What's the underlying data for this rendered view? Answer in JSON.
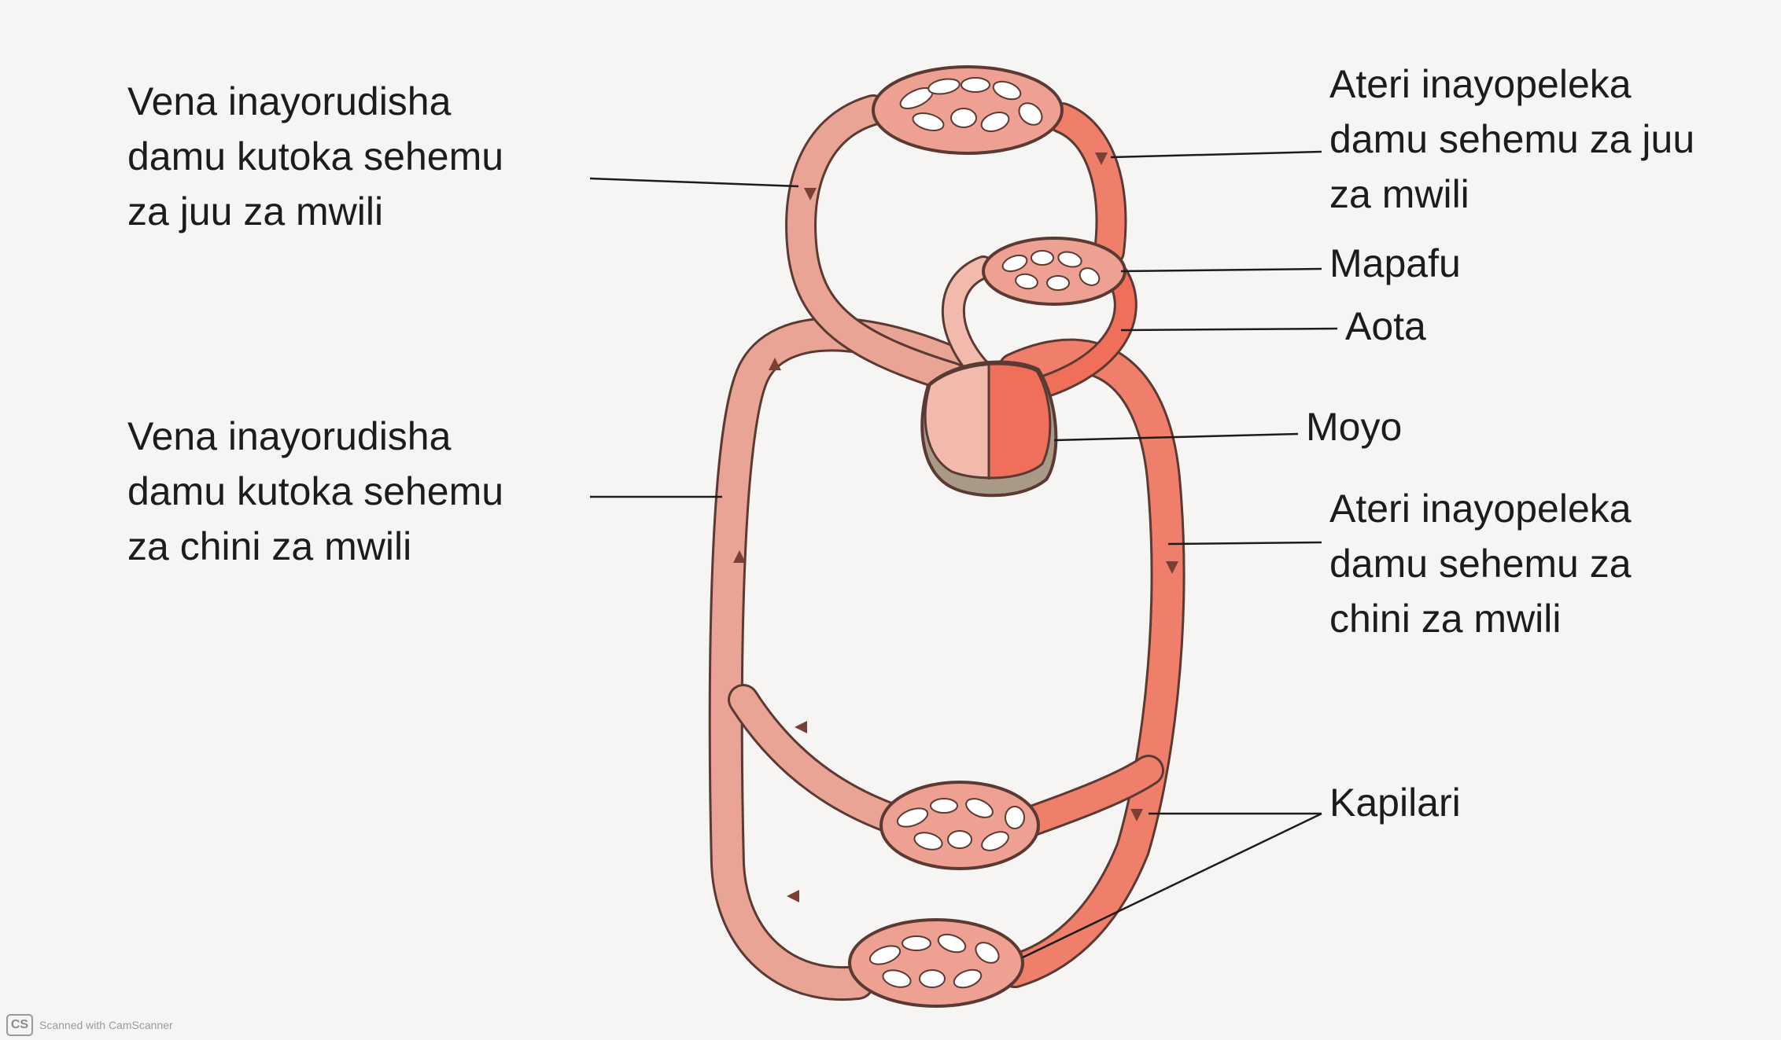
{
  "labels": {
    "vena_upper": [
      "Vena inayorudisha",
      "damu kutoka sehemu",
      "za juu za mwili"
    ],
    "vena_lower": [
      "Vena inayorudisha",
      "damu kutoka sehemu",
      "za chini za mwili"
    ],
    "ateri_upper": [
      "Ateri inayopeleka",
      "damu sehemu za juu",
      "za mwili"
    ],
    "mapafu": "Mapafu",
    "aota": "Aota",
    "moyo": "Moyo",
    "ateri_lower": [
      "Ateri inayopeleka",
      "damu sehemu za",
      "chini za mwili"
    ],
    "kapilari": "Kapilari"
  },
  "watermark": {
    "logo": "CS",
    "text": "Scanned with CamScanner"
  },
  "colors": {
    "vein": "#eaa496",
    "vein_light": "#f2c1b6",
    "artery": "#ef6f5a",
    "outline": "#5a3a32",
    "heart_base": "#a89a86"
  }
}
